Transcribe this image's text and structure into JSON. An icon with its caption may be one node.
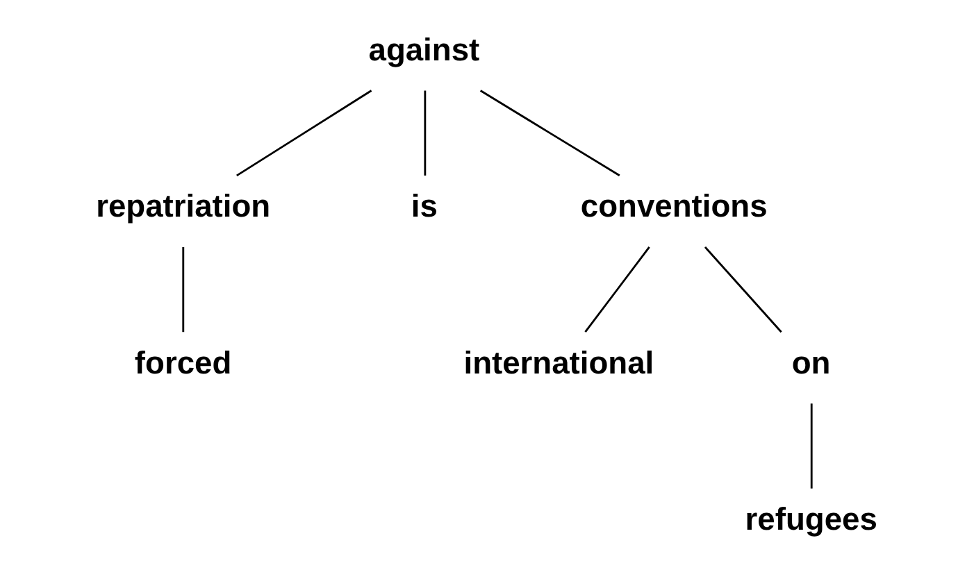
{
  "diagram": {
    "nodes": [
      {
        "text": [
          "against"
        ]
      },
      {
        "text": [
          "repatriation"
        ]
      },
      {
        "text": [
          "is"
        ]
      },
      {
        "text": [
          "conventions"
        ]
      },
      {
        "text": [
          "forced"
        ]
      },
      {
        "text": [
          "international"
        ]
      },
      {
        "text": [
          "on"
        ]
      },
      {
        "text": [
          "refugees"
        ]
      }
    ],
    "edges": [
      {
        "from": 0,
        "to": 1,
        "arrow": "none"
      },
      {
        "from": 0,
        "to": 2,
        "arrow": "none"
      },
      {
        "from": 0,
        "to": 3,
        "arrow": "none"
      },
      {
        "from": 1,
        "to": 4,
        "arrow": "none"
      },
      {
        "from": 3,
        "to": 5,
        "arrow": "none"
      },
      {
        "from": 3,
        "to": 6,
        "arrow": "none"
      },
      {
        "from": 6,
        "to": 7,
        "arrow": "none"
      }
    ]
  }
}
